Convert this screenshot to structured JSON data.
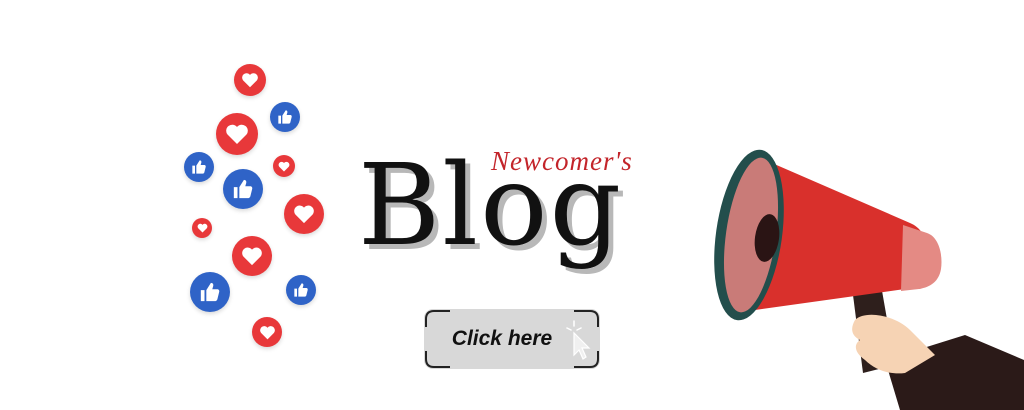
{
  "banner": {
    "subtitle": "Newcomer's",
    "title": "Blog"
  },
  "cta": {
    "label": "Click here"
  },
  "icons": {
    "reactions_heart": "heart-icon",
    "reactions_like": "thumbs-up-icon",
    "cursor": "click-cursor-icon",
    "megaphone": "megaphone-icon"
  },
  "colors": {
    "heart": "#e8383a",
    "like": "#2f63c7",
    "subtitle": "#c3242a",
    "megaphone_body": "#d9302c",
    "button_bg": "#d8d8d8"
  }
}
